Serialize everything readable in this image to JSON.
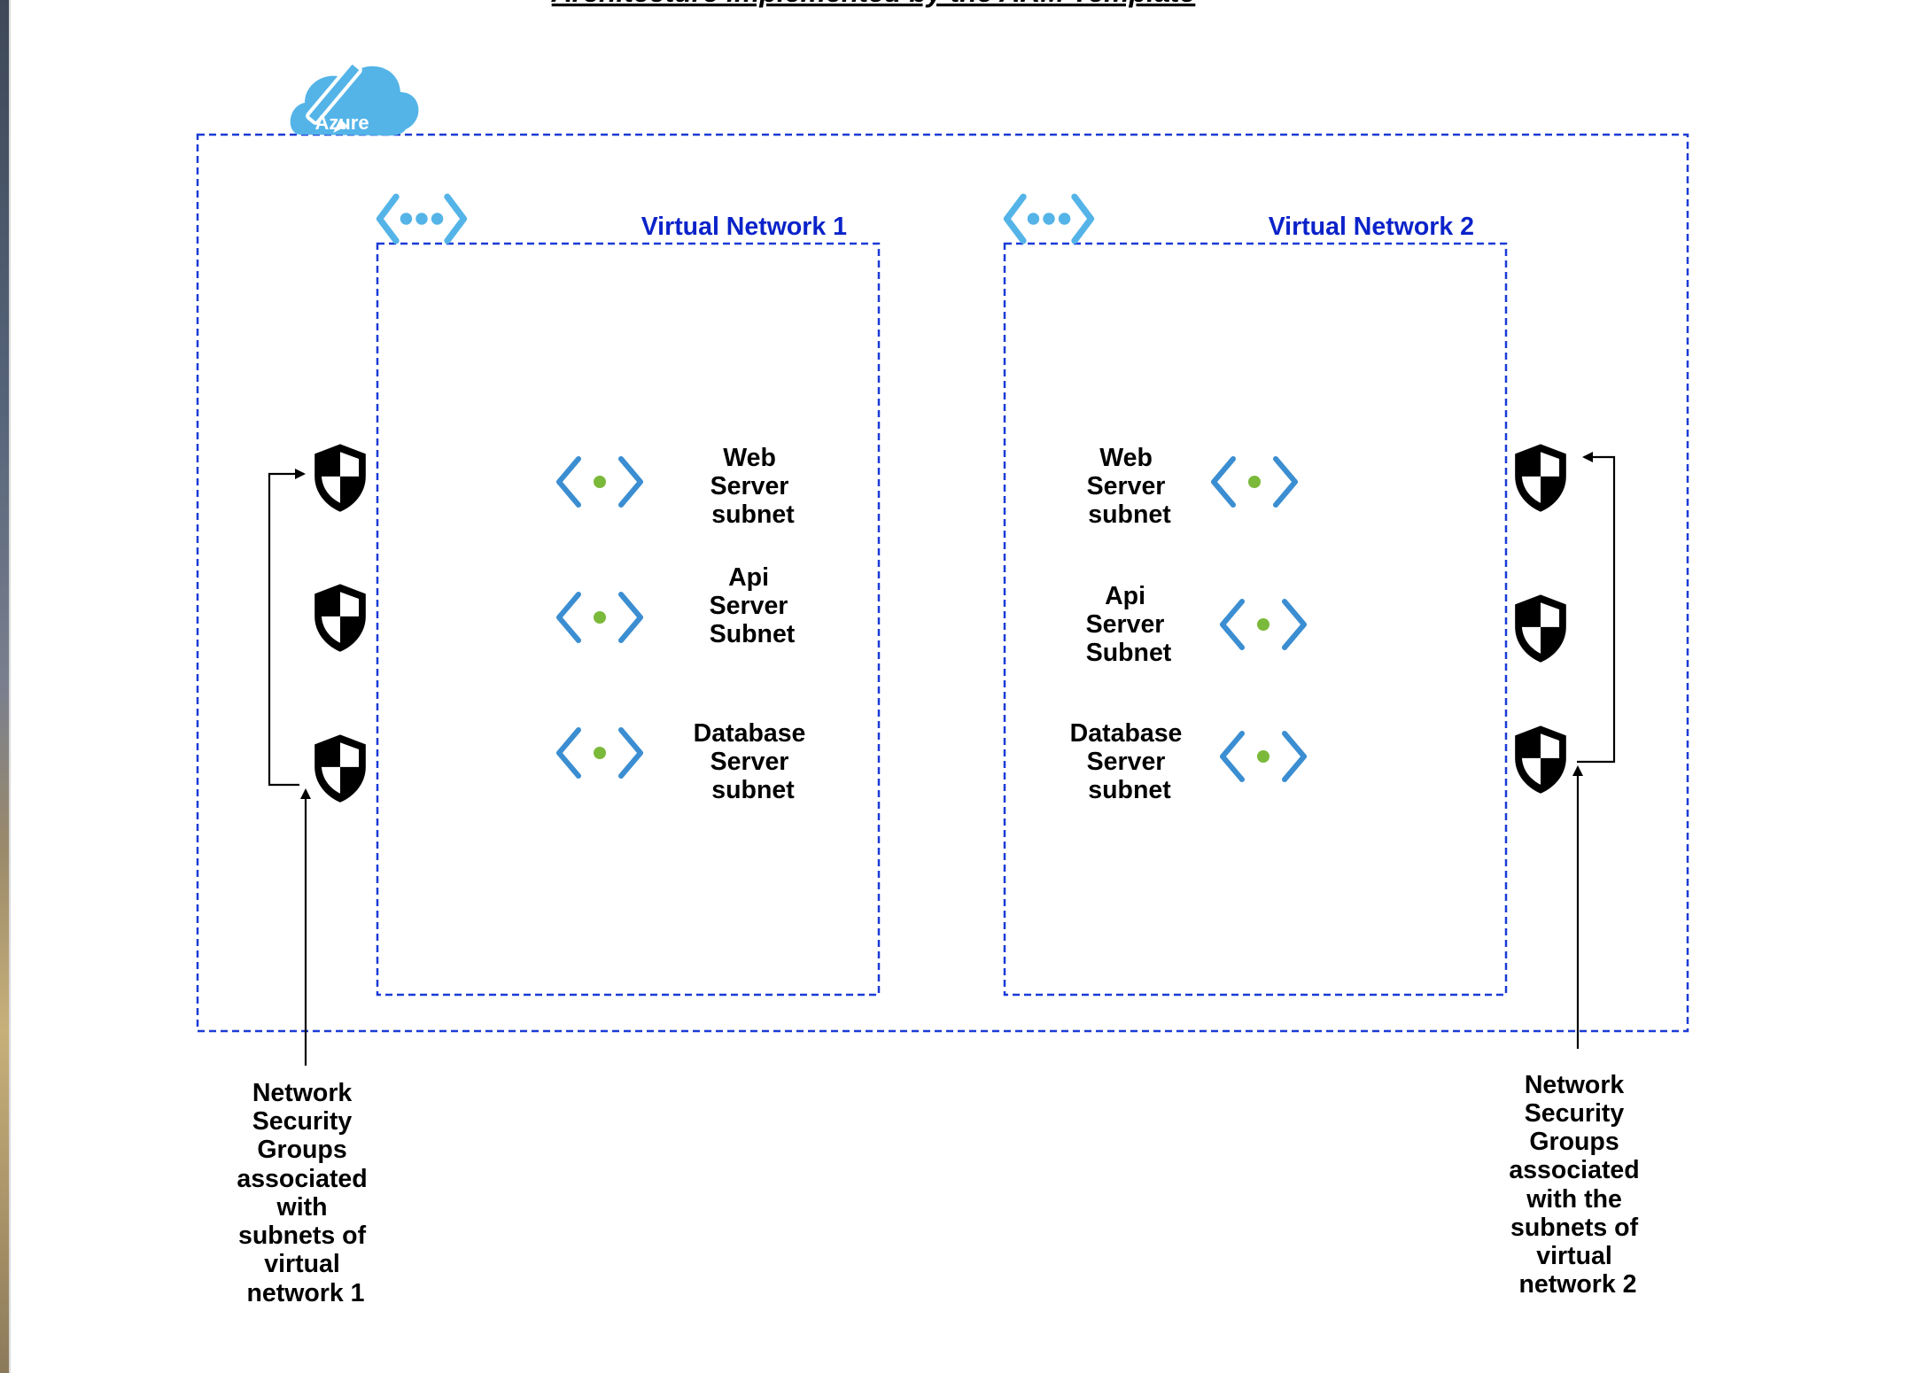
{
  "header_title": "Architecture  implemented by the ARM Template",
  "azure_label": "Azure",
  "vnet1": {
    "title": "Virtual Network 1",
    "subnets": [
      {
        "lines": [
          "Web",
          "Server",
          "subnet"
        ]
      },
      {
        "lines": [
          "Api",
          "Server",
          "Subnet"
        ]
      },
      {
        "lines": [
          "Database",
          "Server",
          "subnet"
        ]
      }
    ]
  },
  "vnet2": {
    "title": "Virtual Network 2",
    "subnets": [
      {
        "lines": [
          "Web",
          "Server",
          "subnet"
        ]
      },
      {
        "lines": [
          "Api",
          "Server",
          "Subnet"
        ]
      },
      {
        "lines": [
          "Database",
          "Server",
          "subnet"
        ]
      }
    ]
  },
  "nsg_note_left": {
    "lines": [
      "Network",
      "Security",
      "Groups",
      "associated",
      "with",
      "subnets of",
      "virtual",
      "network 1"
    ]
  },
  "nsg_note_right": {
    "lines": [
      "Network",
      "Security",
      "Groups",
      "associated",
      "with the",
      "subnets of",
      "virtual",
      "network 2"
    ]
  },
  "colors": {
    "boundary_dash": "#1a3bd6",
    "vnet_title": "#0b23c9",
    "icon_blue": "#54b4e8",
    "subnet_chevron": "#3b8ed1",
    "subnet_dot": "#7bb93a",
    "shield": "#000000"
  }
}
